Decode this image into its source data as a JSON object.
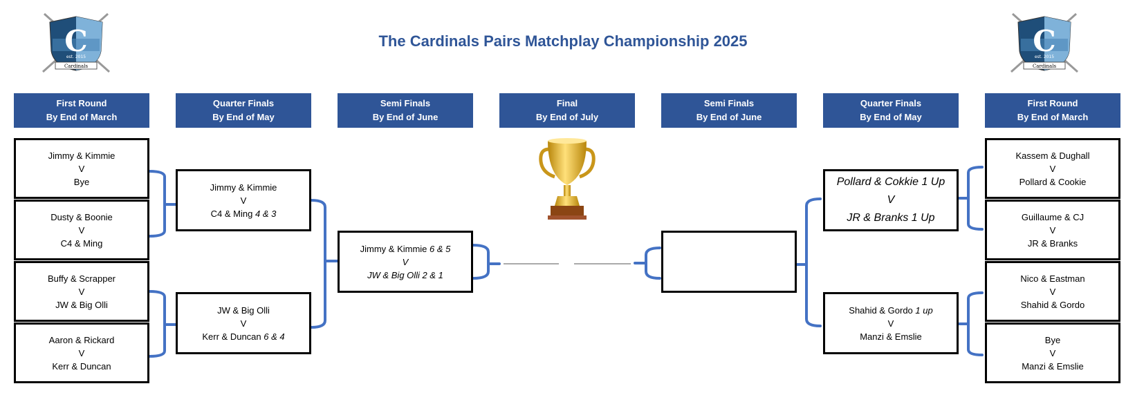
{
  "title": "The Cardinals Pairs Matchplay Championship 2025",
  "logo": {
    "est": "est. 2015",
    "name": "Cardinals"
  },
  "colors": {
    "header_bg": "#2F5597",
    "title": "#2F5597",
    "bracket": "#4472C4"
  },
  "headers": [
    {
      "round": "First Round",
      "deadline": "By End of March"
    },
    {
      "round": "Quarter Finals",
      "deadline": "By  End of May"
    },
    {
      "round": "Semi Finals",
      "deadline": "By End of June"
    },
    {
      "round": "Final",
      "deadline": "By End of July"
    },
    {
      "round": "Semi Finals",
      "deadline": "By End of June"
    },
    {
      "round": "Quarter Finals",
      "deadline": "By  End of May"
    },
    {
      "round": "First Round",
      "deadline": "By End of March"
    }
  ],
  "left_first_round": [
    {
      "team1": "Jimmy & Kimmie",
      "vs": "V",
      "team2": "Bye"
    },
    {
      "team1": "Dusty & Boonie",
      "vs": "V",
      "team2": "C4 & Ming"
    },
    {
      "team1": "Buffy & Scrapper",
      "vs": "V",
      "team2": "JW & Big Olli"
    },
    {
      "team1": "Aaron & Rickard",
      "vs": "V",
      "team2": "Kerr & Duncan"
    }
  ],
  "left_quarter_finals": [
    {
      "team1": "Jimmy & Kimmie",
      "vs": "V",
      "team2": "C4 & Ming",
      "result": " 4 & 3"
    },
    {
      "team1": "JW & Big Olli",
      "vs": "V",
      "team2": "Kerr & Duncan",
      "result": " 6 & 4"
    }
  ],
  "left_semi_final": {
    "team1": "Jimmy & Kimmie",
    "result1": " 6 & 5",
    "vs": "V",
    "team2": "JW & Big Olli 2 & 1"
  },
  "right_semi_final": {
    "team1": "",
    "vs": "",
    "team2": ""
  },
  "right_quarter_finals": [
    {
      "team1": "Pollard & Cokkie 1 Up",
      "vs": "V",
      "team2": "JR & Branks 1 Up"
    },
    {
      "team1": "Shahid & Gordo",
      "result": " 1 up",
      "vs": "V",
      "team2": "Manzi & Emslie"
    }
  ],
  "right_first_round": [
    {
      "team1": "Kassem & Dughall",
      "vs": "V",
      "team2": "Pollard & Cookie"
    },
    {
      "team1": "Guillaume & CJ",
      "vs": "V",
      "team2": "JR & Branks"
    },
    {
      "team1": "Nico & Eastman",
      "vs": "V",
      "team2": "Shahid & Gordo"
    },
    {
      "team1": "Bye",
      "vs": "V",
      "team2": "Manzi & Emslie"
    }
  ]
}
